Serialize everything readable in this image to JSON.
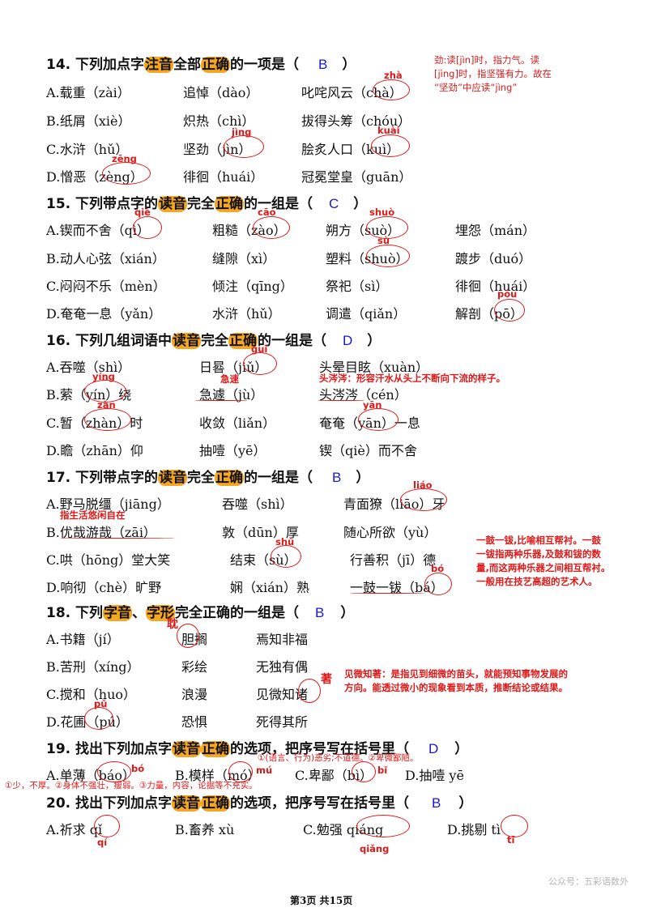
{
  "questions": [
    {
      "id": "q14",
      "stem_pre": "14. 下列加点字",
      "hl1": "注音",
      "stem_mid": "全部",
      "hl2": "正确",
      "stem_post": "的一项是（",
      "answer": "B",
      "close": "）",
      "rows": [
        [
          "A.载重（zài）",
          "追悼（dào）",
          "叱咤风云（chà）"
        ],
        [
          "B.纸屑（xiè）",
          "炽热（chì）",
          "拔得头筹（chóu）"
        ],
        [
          "C.水浒（hǔ）",
          "坚劲（jìn）",
          "脍炙人口（kuì）"
        ],
        [
          "D.憎恶（zèng）",
          "徘徊（huái）",
          "冠冕堂皇（guān）"
        ]
      ]
    },
    {
      "id": "q15",
      "stem_pre": "15. 下列带点字的",
      "hl1": "读音",
      "stem_mid": "完全",
      "hl2": "正确",
      "stem_post": "的一组是（",
      "answer": "C",
      "close": "）",
      "rows": [
        [
          "A.锲而不舍（qì）",
          "粗糙（zào）",
          "朔方（suò）",
          "埋怨（mán）"
        ],
        [
          "B.动人心弦（xián）",
          "缝隙（xì）",
          "塑料（shuò）",
          "踱步（duó）"
        ],
        [
          "C.闷闷不乐（mèn）",
          "倾注（qīng）",
          "祭祀（sì）",
          "徘徊（huái）"
        ],
        [
          "D.奄奄一息（yǎn）",
          "水浒（hǔ）",
          "调遣（qiǎn）",
          "解剖（pō）"
        ]
      ]
    },
    {
      "id": "q16",
      "stem_pre": "16. 下列几组词语中",
      "hl1": "读音",
      "stem_mid": "完全",
      "hl2": "正确",
      "stem_post": "的一组是（",
      "answer": "D",
      "close": "）",
      "rows": [
        [
          "A.吞噬（shì）",
          "日晷（jiǔ）",
          "头晕目眩（xuàn）"
        ],
        [
          "B.萦（yín）绕",
          "急遽（jù）",
          "头涔涔（cén）"
        ],
        [
          "C.暂（zhàn）时",
          "收敛（liǎn）",
          "奄奄（yān）一息"
        ],
        [
          "D.瞻（zhān）仰",
          "抽噎（yē）",
          "锲（qiè）而不舍"
        ]
      ]
    },
    {
      "id": "q17",
      "stem_pre": "17. 下列带点字的",
      "hl1": "读音",
      "stem_mid": "完全",
      "hl2": "正确",
      "stem_post": "的一组是（",
      "answer": "B",
      "close": "）",
      "rows": [
        [
          "A.野马脱缰（jiāng）",
          "吞噬（shì）",
          "青面獠（liāo）牙"
        ],
        [
          "B.优哉游哉（zāi）",
          "敦（dūn）厚",
          "随心所欲（yù）"
        ],
        [
          "C.哄（hōng）堂大笑",
          "结束（sù）",
          "行善积（jī）德"
        ],
        [
          "D.响彻（chè）旷野",
          "娴（xián）熟",
          "一鼓一钹（bá）"
        ]
      ]
    },
    {
      "id": "q18",
      "stem_pre": "18. 下列",
      "hl1": "字音",
      "stem_mid": "、",
      "hl2": "字形",
      "stem_post": "完全正确的一组是（",
      "answer": "B",
      "close": "）",
      "rows": [
        [
          "A.书籍（jí）",
          "胆搁",
          "焉知非福"
        ],
        [
          "B.苦刑（xíng）",
          "彩绘",
          "无独有偶"
        ],
        [
          "C.搅和（huo）",
          "浪漫",
          "见微知诸"
        ],
        [
          "D.花圃（pú）",
          "恐惧",
          "死得其所"
        ]
      ]
    },
    {
      "id": "q19",
      "stem_pre": "19. 找出下列加点字",
      "hl1": "读音",
      "stem_mid": "",
      "hl2": "正确",
      "stem_post": "的选项，把序号写在括号里（",
      "answer": "D",
      "close": "）",
      "rows": [
        [
          "A.单薄（báo）",
          "B.模样（mó）",
          "C.卑鄙（bì）",
          "D.抽噎 yē"
        ]
      ]
    },
    {
      "id": "q20",
      "stem_pre": "20. 找出下列加点字",
      "hl1": "读音",
      "stem_mid": "",
      "hl2": "正确",
      "stem_post": "的选项，把序号写在括号里（",
      "answer": "B",
      "close": "）",
      "rows": [
        [
          "A.祈求 qǐ",
          "B.畜养 xù",
          "C.勉强 qiáng",
          "D.挑剔 tì"
        ]
      ]
    }
  ],
  "annotations": {
    "q14_note": [
      "劲:读[jìn]时，指力气。读",
      "[jìng]时，指坚强有力。故在",
      "“坚劲”中应读“jìng”"
    ],
    "q14_pinyin": [
      "zhà",
      "jìng",
      "kuài",
      "zēng"
    ],
    "q15_pinyin": [
      "qiè",
      "cāo",
      "shuò",
      "sù",
      "pōu"
    ],
    "q16_pinyin": [
      "guǐ",
      "急速",
      "yíng",
      "zàn",
      "yān"
    ],
    "q16_note": "头涔涔：形容汗水从头上不断向下流的样子。",
    "q17_pinyin": [
      "liáo",
      "shù",
      "bó"
    ],
    "q17_note_b": "指生活悠闲自在",
    "q17_note_right": [
      "一鼓一钹,比喻相互帮衬。一鼓",
      "一钹指两种乐器,及鼓和钹的数",
      "量,而这两种乐器之间相互帮衬。",
      "一般用在技艺高超的艺术人。"
    ],
    "q18_fix": [
      "耽",
      "著"
    ],
    "q18_pinyin": [
      "pǔ"
    ],
    "q18_note": [
      "见微知著：是指见到细微的苗头，就能预知事物发展的",
      "方向。能透过微小的现象看到本质，推断结论或结果。"
    ],
    "q19_pinyin": [
      "bó",
      "mú",
      "bǐ"
    ],
    "q19_note_top": "①(语言、行为)恶劣;不道德。②卑微鄙陋。",
    "q19_note_bottom": "①少，不厚。②身体不强壮，瘦弱。③力量，内容，论据等不充实。",
    "q20_pinyin": [
      "qí",
      "qiǎng",
      "tī"
    ]
  },
  "footer": {
    "page": "第3页 共15页",
    "watermark": "公众号：五彩语数外"
  }
}
